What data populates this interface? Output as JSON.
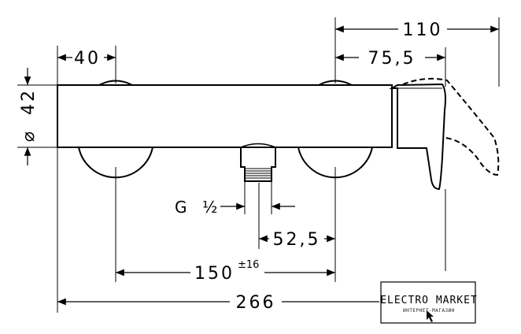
{
  "diagram": {
    "dimensions": {
      "overall_length": "266",
      "depth": "110",
      "spout_offset": "75,5",
      "left_offset": "40",
      "body_height": "42",
      "diameter_symbol": "⌀",
      "center_distance": "150",
      "center_tolerance": "±16",
      "outlet_offset": "52,5"
    },
    "thread": {
      "letter": "G",
      "size": "½"
    },
    "colors": {
      "line": "#000000",
      "background": "#ffffff"
    }
  },
  "watermark": {
    "title": "ELECTRO MARKET",
    "subtitle": "ИНТЕРНЕТ-МАГАЗИН",
    "icon": "cursor-arrow-icon"
  }
}
